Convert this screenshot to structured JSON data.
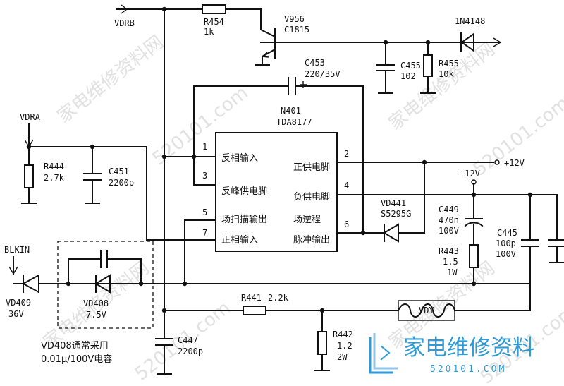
{
  "watermarks": {
    "site_cn": "家电维修资料网",
    "site_num": "520101.com"
  },
  "logo": {
    "text": "家电维修资料",
    "url": "520101.COM",
    "color": "#2e9ad6"
  },
  "ic": {
    "ref": "N401",
    "part": "TDA8177",
    "pins": {
      "p1": {
        "num": "1",
        "label": "反相输入"
      },
      "p3": {
        "num": "3",
        "label": "反峰供电脚"
      },
      "p5": {
        "num": "5",
        "label": "场扫描输出"
      },
      "p7": {
        "num": "7",
        "label": "正相输入"
      },
      "p2": {
        "num": "2",
        "label": "正供电脚"
      },
      "p4": {
        "num": "4",
        "label": "负供电脚"
      },
      "p6_title": "场逆程",
      "p6": {
        "num": "6",
        "label": "脉冲输出"
      }
    }
  },
  "components": {
    "vdrb": "VDRB",
    "vdra": "VDRA",
    "blkin": "BLKIN",
    "r454": {
      "ref": "R454",
      "val": "1k"
    },
    "v956": {
      "ref": "V956",
      "val": "C1815"
    },
    "d1n4148": "1N4148",
    "c455": {
      "ref": "C455",
      "val": "102"
    },
    "r455": {
      "ref": "R455",
      "val": "10k"
    },
    "c453": {
      "ref": "C453",
      "val": "220/35V"
    },
    "r444": {
      "ref": "R444",
      "val": "2.7k"
    },
    "c451": {
      "ref": "C451",
      "val": "2200p"
    },
    "plus12": "+12V",
    "minus12": "-12V",
    "vd441": {
      "ref": "VD441",
      "val": "S5295G"
    },
    "c449": {
      "ref": "C449",
      "val1": "470n",
      "val2": "100V"
    },
    "c445": {
      "ref": "C445",
      "val1": "100p",
      "val2": "100V"
    },
    "r443": {
      "ref": "R443",
      "val1": "1.5",
      "val2": "1W"
    },
    "vd409": {
      "ref": "VD409",
      "val": "36V"
    },
    "vd408": {
      "ref": "VD408",
      "val": "7.5V"
    },
    "r441": {
      "ref": "R441",
      "val": "2.2k"
    },
    "vdy": "VDY",
    "r442": {
      "ref": "R442",
      "val1": "1.2",
      "val2": "2W"
    },
    "c447": {
      "ref": "C447",
      "val": "2200p"
    }
  },
  "note": {
    "line1": "VD408通常采用",
    "line2": "0.01μ/100V电容"
  }
}
